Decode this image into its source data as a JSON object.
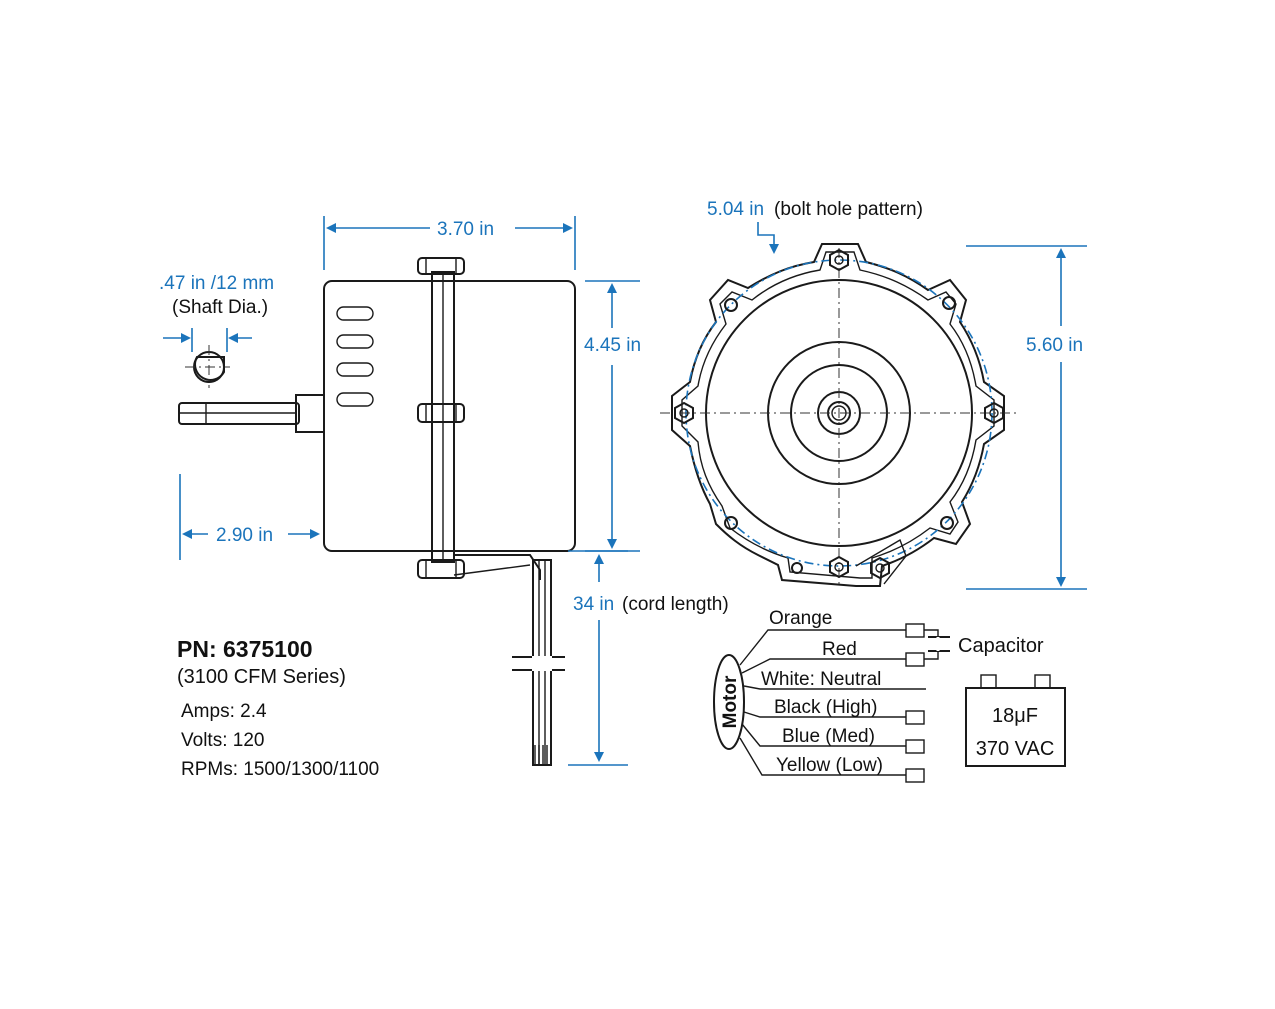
{
  "dimensions": {
    "body_length": "3.70 in",
    "shaft_dia_imperial": ".47 in /12 mm",
    "shaft_dia_label": "(Shaft Dia.)",
    "body_height": "4.45 in",
    "shaft_length": "2.90 in",
    "cord_length_value": "34 in",
    "cord_length_label": "(cord length)",
    "bolt_pattern_value": "5.04 in",
    "bolt_pattern_label": "(bolt hole pattern)",
    "overall_height": "5.60 in"
  },
  "part": {
    "pn": "PN: 6375100",
    "series": "(3100 CFM Series)",
    "specs": [
      "Amps: 2.4",
      "Volts: 120",
      "RPMs: 1500/1300/1100"
    ]
  },
  "wiring": {
    "motor_label": "Motor",
    "wires": [
      "Orange",
      "Red",
      "White: Neutral",
      "Black (High)",
      "Blue (Med)",
      "Yellow (Low)"
    ],
    "capacitor_label": "Capacitor",
    "capacitor_rating": "18μF",
    "capacitor_voltage": "370 VAC"
  },
  "colors": {
    "dimension": "#1b74bb",
    "line": "#1a1a1a"
  }
}
